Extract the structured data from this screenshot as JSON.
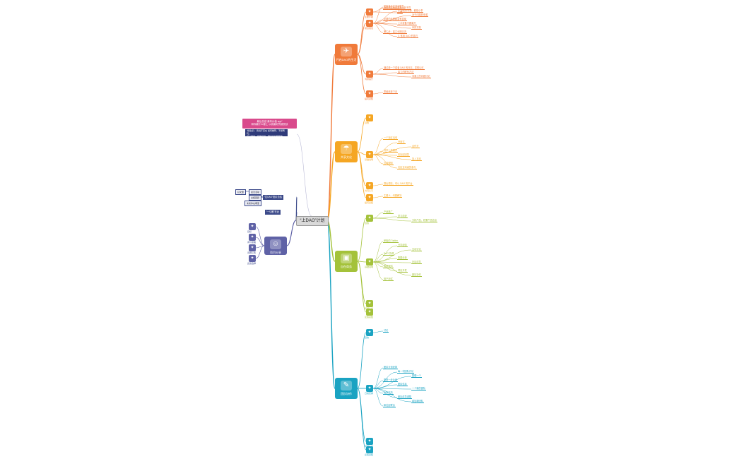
{
  "root": {
    "label": "“上DAO”计划"
  },
  "colors": {
    "orange": "#f07a3a",
    "amber": "#f5a623",
    "lime": "#a4c23a",
    "teal": "#1aa3c2",
    "navy": "#3c4a8a",
    "pink": "#d94a8c"
  },
  "banner": {
    "line1": "最后总结“最有价值 app”",
    "line2": "和你最什么都上 以我最好的感觉谈",
    "note1": "“想出点”，我说不定在 如何推荐，不想再玩。",
    "note2": "可以送出，和你们说，更是好好结尾的"
  },
  "left": {
    "node_a": "“拉DAO”图片总结",
    "node_b": "“一切都”在此",
    "small_1": "好文章",
    "small_2": "最近活动",
    "small_3": "总结回顾",
    "small_4": "未来你在哪里",
    "hub_label": "项目分享",
    "items": [
      "目标",
      "评价思路",
      "问题认知",
      "反馈选择"
    ]
  },
  "branches": [
    {
      "label": "开启DAO的生活",
      "color": "#f07a3a",
      "icon": "✈",
      "subs": [
        {
          "label": "主要步骤",
          "children": [
            "我的课堂在这里看一年不同",
            "了解"
          ]
        },
        {
          "label": "项目规划",
          "children": [
            "积极参与交流与联系",
            "2. 加强的沟通、都是小事",
            "对于问题的来源",
            "必要的步骤都会有答案",
            "上手准备不要离开",
            "你的文档",
            "第二步：建立长期交流",
            "3. 常用 DAO 的技巧"
          ]
        },
        {
          "label": "沟通提升",
          "children": [
            "通过看一下或者 DAO 的日志，发现认可",
            "建立的联系方法",
            "沟通上的问题讨论"
          ]
        },
        {
          "label": "提问总结",
          "children": [
            "思维改进下去"
          ]
        }
      ]
    },
    {
      "label": "共享文化",
      "color": "#f5a623",
      "icon": "☂",
      "subs": [
        {
          "label": "目的",
          "children": []
        },
        {
          "label": "基础说明",
          "children": [
            "一个社区活动",
            "开放式",
            "合作方",
            "共享上线模式",
            "在社区回答",
            "加入互动",
            "互动规则",
            "社区互动者的参与"
          ]
        },
        {
          "label": "共同认可",
          "children": [
            "提出想法，可以 DAO 的平台"
          ]
        },
        {
          "label": "提问总结",
          "children": [
            "主题 A，问题解决"
          ]
        }
      ]
    },
    {
      "label": "自在商务",
      "color": "#a4c23a",
      "icon": "▣",
      "subs": [
        {
          "label": "目的",
          "children": [
            "产品推广",
            "学习前进",
            "分析产品，积累产品信息"
          ]
        },
        {
          "label": "基础说明",
          "children": [
            "积极的 Twitter",
            "分享经验",
            "互动讨论",
            "DAO 协调",
            "数据分析",
            "社区成员",
            "查看资料",
            "项目开发",
            "团队协作",
            "用户测试"
          ]
        },
        {
          "label": "问题认识",
          "children": []
        },
        {
          "label": "反馈总结",
          "children": []
        }
      ]
    },
    {
      "label": "团队协作",
      "color": "#1aa3c2",
      "icon": "✎",
      "subs": [
        {
          "label": "目的",
          "children": [
            "讨论"
          ]
        },
        {
          "label": "日常安排",
          "children": [
            "团队计划安排",
            "每一次团队讨论",
            "整理一个",
            "更进一步计划",
            "团队信息",
            "一个新的团队",
            "合作交流",
            "团队成员调整",
            "增加新团队",
            "和社区联合"
          ]
        },
        {
          "label": "问题认识",
          "children": []
        },
        {
          "label": "反馈总结",
          "children": []
        }
      ]
    }
  ]
}
